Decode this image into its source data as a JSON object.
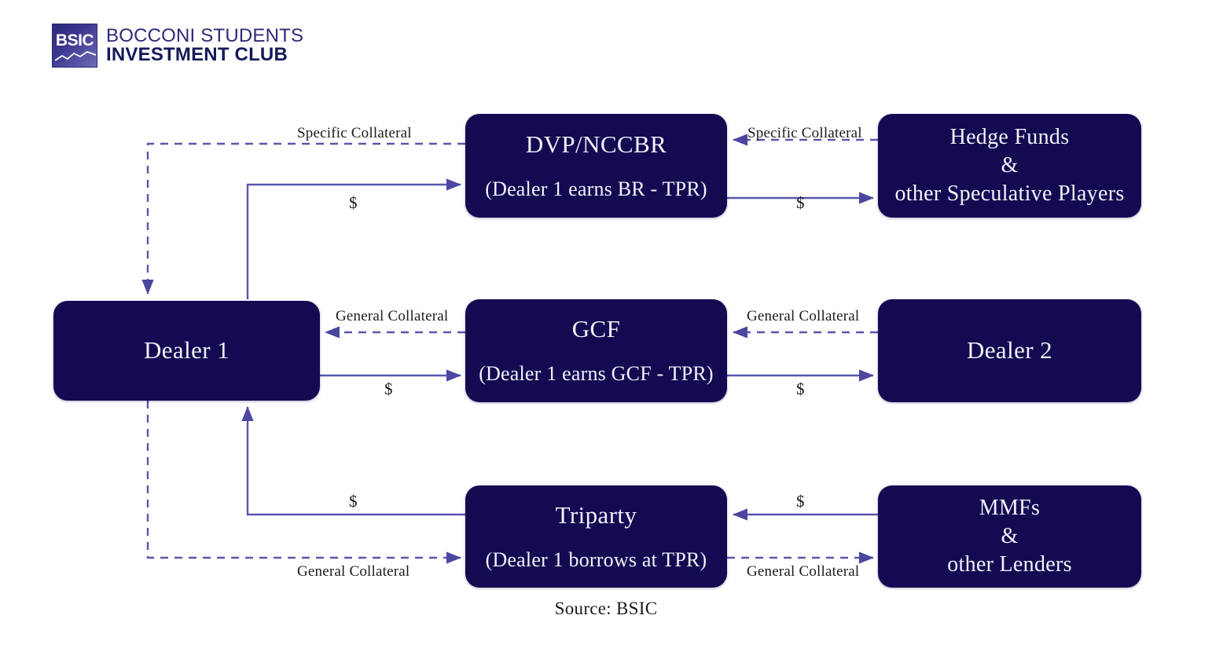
{
  "brand": {
    "mark_text": "BSIC",
    "line1": "BOCCONI STUDENTS",
    "line2": "INVESTMENT CLUB",
    "mark_gradient_from": "#2c2a7a",
    "mark_gradient_to": "#6f6bb5"
  },
  "theme": {
    "node_fill": "#140a52",
    "node_text": "#f2f2fa",
    "edge_color": "#5b56ae",
    "label_text": "#1b1b1b",
    "background": "#ffffff"
  },
  "nodes": {
    "dealer1": {
      "title": "Dealer 1"
    },
    "dvp": {
      "title": "DVP/NCCBR",
      "subtitle": "(Dealer 1 earns BR - TPR)"
    },
    "hedge_funds": {
      "line1": "Hedge Funds",
      "line2": "&",
      "line3": "other Speculative Players"
    },
    "gcf": {
      "title": "GCF",
      "subtitle": "(Dealer 1 earns GCF - TPR)"
    },
    "dealer2": {
      "title": "Dealer 2"
    },
    "triparty": {
      "title": "Triparty",
      "subtitle": "(Dealer 1 borrows at TPR)"
    },
    "mmfs": {
      "line1": "MMFs",
      "line2": "&",
      "line3": "other Lenders"
    }
  },
  "edges": {
    "top_left_collateral": {
      "label": "Specific Collateral",
      "style": "dashed",
      "from": "DVP/NCCBR",
      "to": "Dealer 1"
    },
    "top_left_cash": {
      "label": "$",
      "style": "solid",
      "from": "Dealer 1",
      "to": "DVP/NCCBR"
    },
    "top_right_collateral": {
      "label": "Specific Collateral",
      "style": "dashed",
      "from": "Hedge Funds & other Speculative Players",
      "to": "DVP/NCCBR"
    },
    "top_right_cash": {
      "label": "$",
      "style": "solid",
      "from": "DVP/NCCBR",
      "to": "Hedge Funds & other Speculative Players"
    },
    "mid_left_collateral": {
      "label": "General Collateral",
      "style": "dashed",
      "from": "GCF",
      "to": "Dealer 1"
    },
    "mid_left_cash": {
      "label": "$",
      "style": "solid",
      "from": "Dealer 1",
      "to": "GCF"
    },
    "mid_right_collateral": {
      "label": "General Collateral",
      "style": "dashed",
      "from": "Dealer 2",
      "to": "GCF"
    },
    "mid_right_cash": {
      "label": "$",
      "style": "solid",
      "from": "GCF",
      "to": "Dealer 2"
    },
    "bot_left_cash": {
      "label": "$",
      "style": "solid",
      "from": "Triparty",
      "to": "Dealer 1"
    },
    "bot_left_collateral": {
      "label": "General Collateral",
      "style": "dashed",
      "from": "Dealer 1",
      "to": "Triparty"
    },
    "bot_right_cash": {
      "label": "$",
      "style": "solid",
      "from": "MMFs & other Lenders",
      "to": "Triparty"
    },
    "bot_right_collateral": {
      "label": "General Collateral",
      "style": "dashed",
      "from": "Triparty",
      "to": "MMFs & other Lenders"
    }
  },
  "caption": {
    "source": "Source: BSIC"
  }
}
